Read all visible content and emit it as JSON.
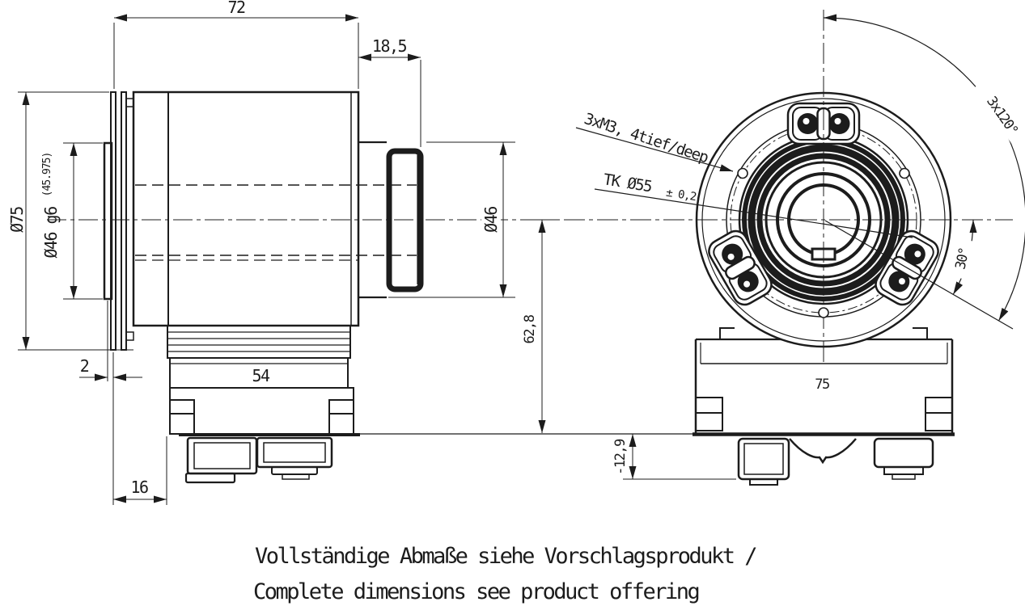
{
  "title": {
    "line1": "Vollständige Abmaße siehe Vorschlagsprodukt /",
    "line2": "Complete dimensions see product offering"
  },
  "side_view": {
    "dim_total_length": "72",
    "dim_rear_cap_length": "18,5",
    "dim_flange_diameter": "Ø75",
    "dim_spigot_diameter": "Ø46 g6",
    "dim_spigot_tolerance": "(45.975)",
    "dim_spigot_protrusion": "2",
    "dim_connector_setback": "16",
    "dim_connector_block_width": "54",
    "dim_rear_diameter": "Ø46",
    "dim_center_to_bottom": "62,8"
  },
  "front_view": {
    "thread_note": "3xM3, 4tief/deep",
    "bolt_circle_note": "TK Ø55",
    "bolt_circle_tolerance": "± 0,2",
    "angle_pattern": "3x120°",
    "angle_to_axis": "30°",
    "dim_housing_width": "75",
    "dim_connector_drop": "-12,9"
  },
  "colors": {
    "line": "#1c1c1c",
    "background": "#ffffff"
  }
}
